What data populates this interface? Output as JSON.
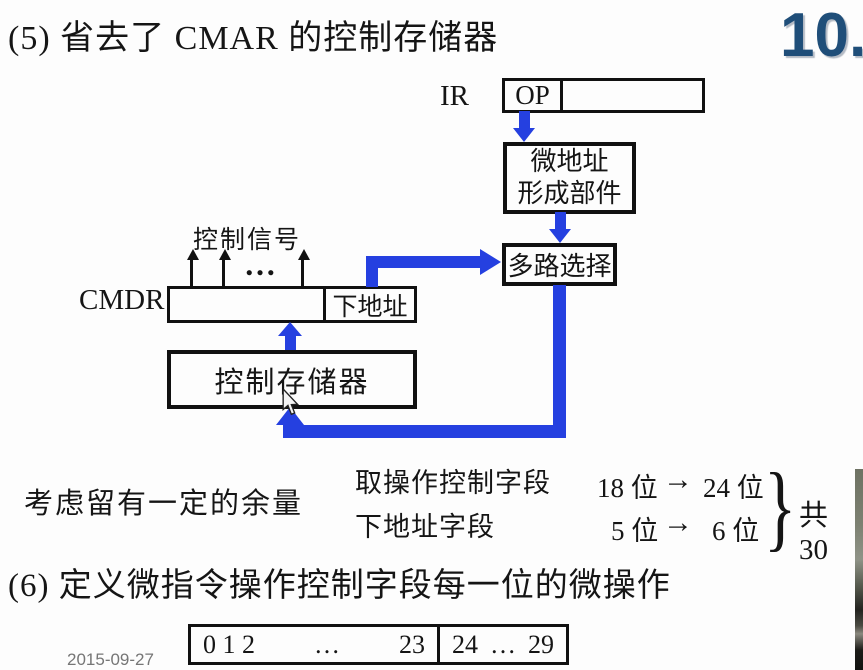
{
  "page": {
    "title": "(5) 省去了 CMAR 的控制存储器",
    "corner_number": "10.",
    "date": "2015-09-27"
  },
  "colors": {
    "connector_blue": "#2540e0",
    "corner_number_blue": "#1F4E79",
    "box_border": "#111111",
    "date_gray": "#767676"
  },
  "diagram": {
    "ir_label": "IR",
    "op_label": "OP",
    "micro_addr_line1": "微地址",
    "micro_addr_line2": "形成部件",
    "mux_label": "多路选择",
    "control_signals_label": "控制信号",
    "signal_ellipsis": "…",
    "cmdr_label": "CMDR",
    "next_addr_label": "下地址",
    "control_memory_label": "控制存储器"
  },
  "notes": {
    "margin_note": "考虑留有一定的余量",
    "row1_label": "取操作控制字段",
    "row1_from": "18 位",
    "row1_arrow": "→",
    "row1_to": "24 位",
    "row2_label": "下地址字段",
    "row2_from": "5 位",
    "row2_arrow": "→",
    "row2_to": "6 位",
    "brace": "}",
    "total": "共 30"
  },
  "section6": {
    "heading": "(6) 定义微指令操作控制字段每一位的微操作",
    "field_box": {
      "cell1_left": "0 1 2",
      "cell1_mid": "…",
      "cell1_right": "23",
      "cell2_left": "24",
      "cell2_mid": "…",
      "cell2_right": "29"
    }
  }
}
